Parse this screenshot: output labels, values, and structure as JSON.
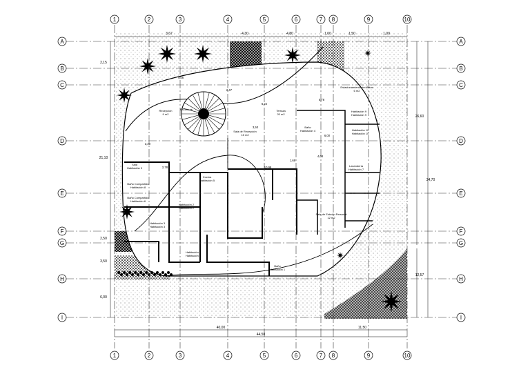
{
  "grid": {
    "columns": [
      "1",
      "2",
      "3",
      "4",
      "5",
      "6",
      "7",
      "8",
      "9",
      "10"
    ],
    "rows": [
      "A",
      "B",
      "C",
      "D",
      "E",
      "F",
      "G",
      "H",
      "I"
    ]
  },
  "dimensions": {
    "top": [
      "3,67",
      "4,30",
      "4,80",
      "1,00",
      "1,50",
      "1,00"
    ],
    "left": [
      "2,15",
      "21,10",
      "2,50",
      "3,50",
      "6,00"
    ],
    "right": [
      "26,60",
      "34,70"
    ],
    "right_lower": "12,57",
    "bottom_total": "44,50",
    "bottom_overall": "40,00",
    "bottom_right": "11,50"
  },
  "rooms": [
    {
      "name": "Recepción",
      "area": "9 m2"
    },
    {
      "name": "Escaleras",
      "area": ""
    },
    {
      "name": "Terraza",
      "area": "20 m2"
    },
    {
      "name": "Sala de Recepción",
      "area": "15 m2"
    },
    {
      "name": "Baño",
      "area": "Habitación 4"
    },
    {
      "name": "Estacionamiento de Motos",
      "area": "6 m2"
    },
    {
      "name": "Habitación 9",
      "area": "Habitación 9"
    },
    {
      "name": "Habitación 10",
      "area": "Habitación 10"
    },
    {
      "name": "Sala",
      "area": "Habitación 9"
    },
    {
      "name": "Cocina",
      "area": "Habitación 5"
    },
    {
      "name": "Baño Compartido",
      "area": "Habitación 8"
    },
    {
      "name": "Lavandería",
      "area": "Habitación 7"
    },
    {
      "name": "Baño Compartido",
      "area": "Habitación 6"
    },
    {
      "name": "Habitación 2",
      "area": "Habitación 2"
    },
    {
      "name": "Habitación 3",
      "area": "Habitación 3"
    },
    {
      "name": "Sala de Estudio Personal",
      "area": "12 m2"
    },
    {
      "name": "Habitación 1",
      "area": "Habitación 1"
    },
    {
      "name": "Baño",
      "area": "Habitación 1"
    }
  ],
  "inner_dims": [
    "4,26",
    "2,47",
    "6,22",
    "5,78",
    "6,00",
    "3,50",
    "10,99",
    "1,68",
    "4,08",
    "3,30",
    "2,78"
  ],
  "colors": {
    "line": "#000000",
    "grid": "#333333",
    "paper": "#ffffff",
    "hatch": "#222222"
  }
}
